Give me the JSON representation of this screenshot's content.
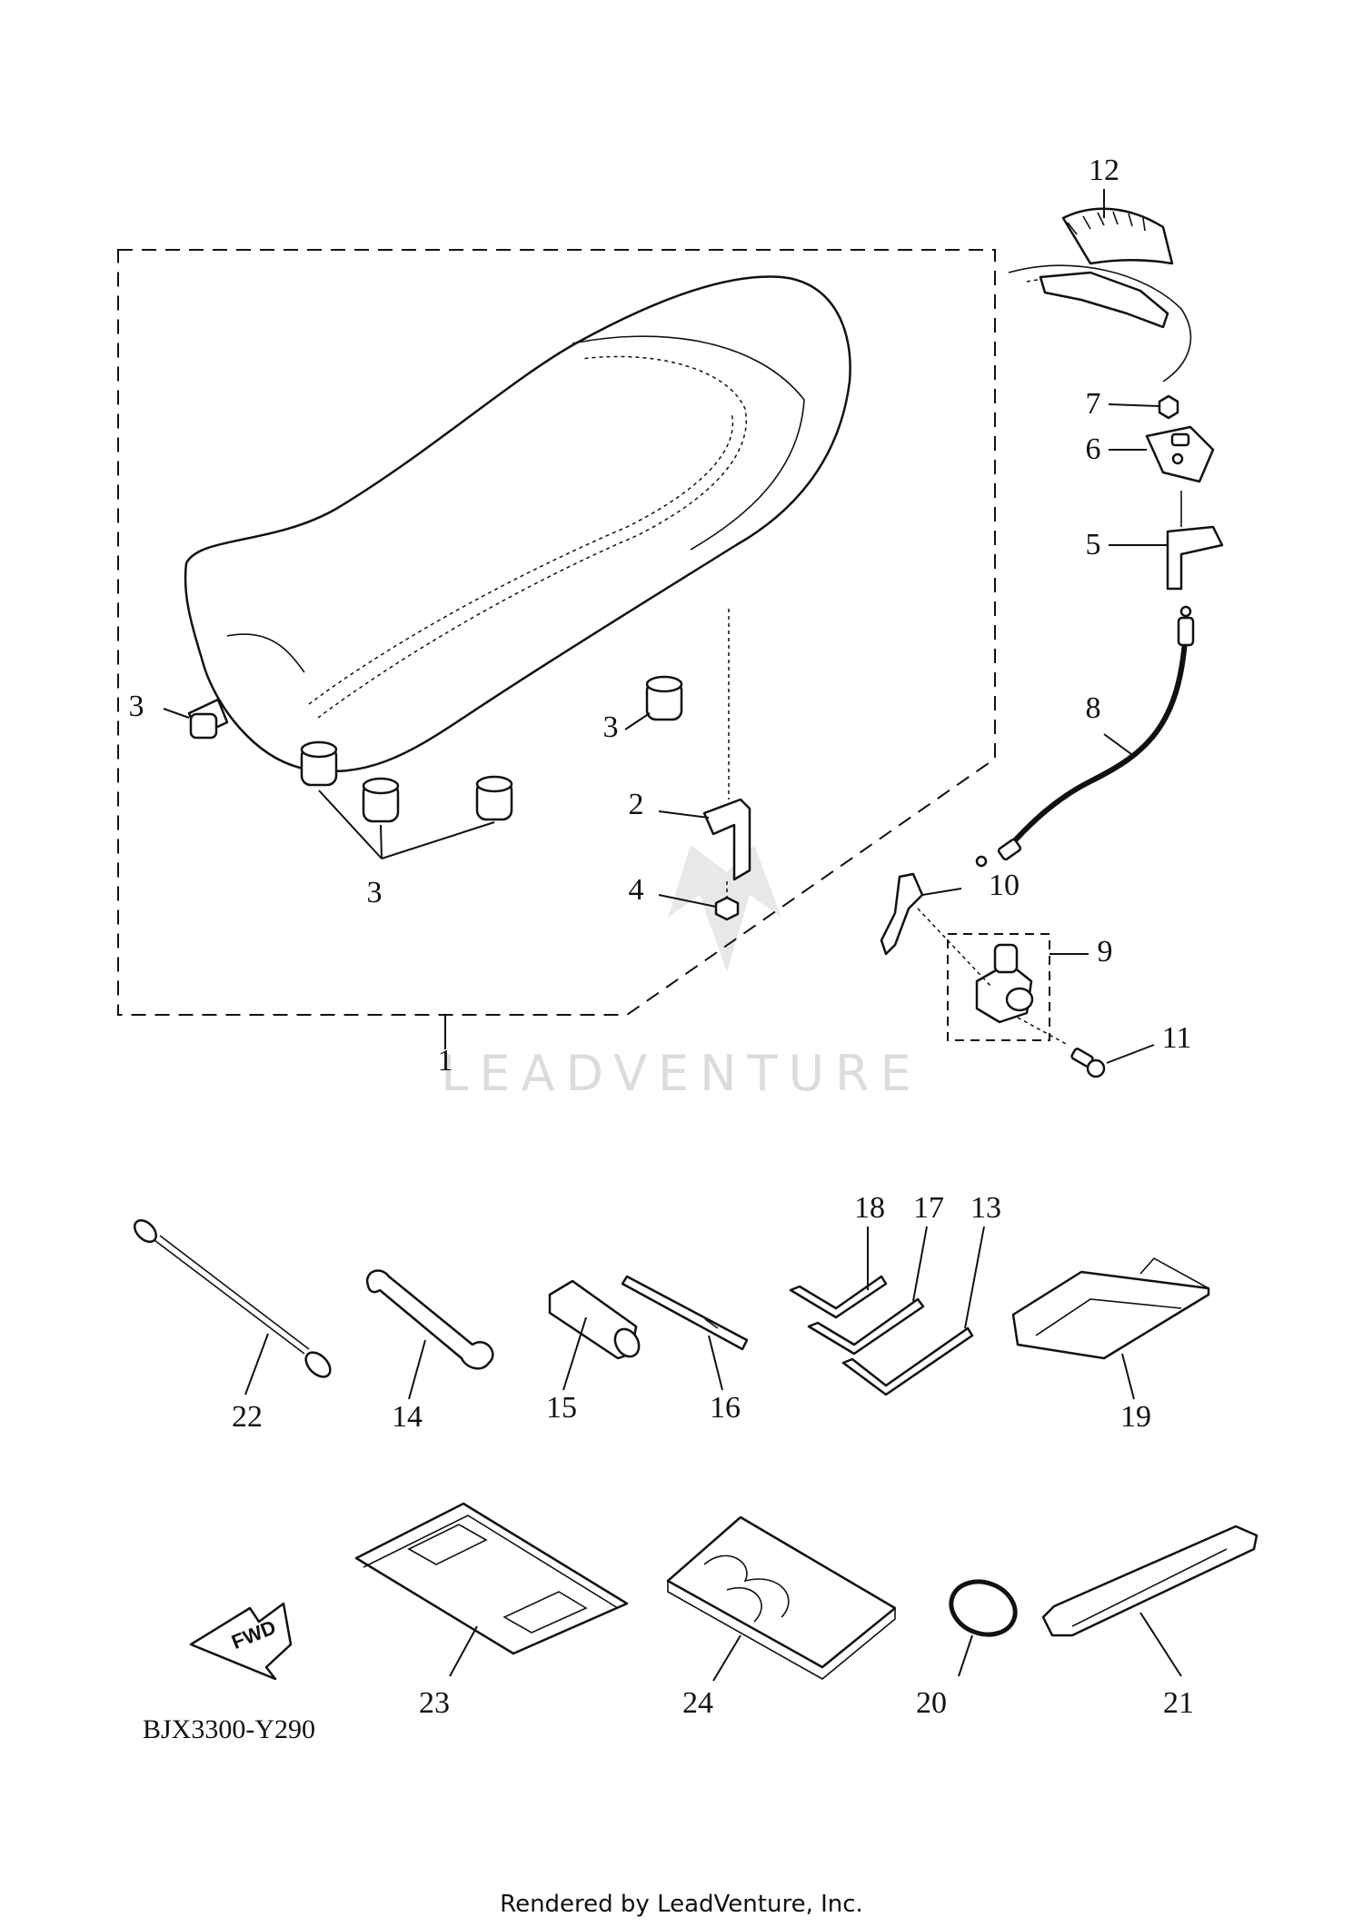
{
  "diagram": {
    "part_code": "BJX3300-Y290",
    "footer": "Rendered by LeadVenture, Inc.",
    "watermark": "LEADVENTURE",
    "fwd_label": "FWD",
    "callouts": {
      "c1": "1",
      "c2": "2",
      "c3a": "3",
      "c3b": "3",
      "c3c": "3",
      "c4": "4",
      "c5": "5",
      "c6": "6",
      "c7": "7",
      "c8": "8",
      "c9": "9",
      "c10": "10",
      "c11": "11",
      "c12": "12",
      "c13": "13",
      "c14": "14",
      "c15": "15",
      "c16": "16",
      "c17": "17",
      "c18": "18",
      "c19": "19",
      "c20": "20",
      "c21": "21",
      "c22": "22",
      "c23": "23",
      "c24": "24"
    }
  }
}
